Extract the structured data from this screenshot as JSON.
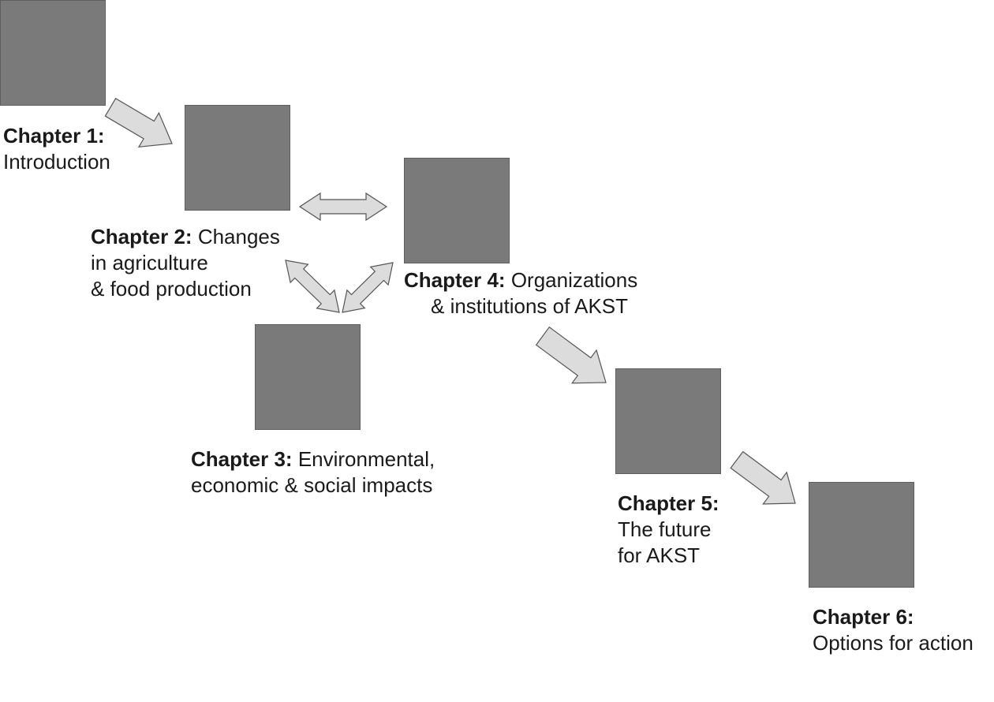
{
  "diagram": {
    "chapters": [
      {
        "id": "chapter-1",
        "title": "Chapter 1:",
        "text": [],
        "text_lines": [
          "Introduction"
        ]
      },
      {
        "id": "chapter-2",
        "title": "Chapter 2:",
        "text": "Changes",
        "text_lines": [
          "in agriculture",
          "& food production"
        ]
      },
      {
        "id": "chapter-3",
        "title": "Chapter 3:",
        "text": "Environmental,",
        "text_lines": [
          "economic & social impacts"
        ]
      },
      {
        "id": "chapter-4",
        "title": "Chapter 4:",
        "text": "Organizations",
        "text_lines": [
          "& institutions of AKST"
        ]
      },
      {
        "id": "chapter-5",
        "title": "Chapter 5:",
        "text": [],
        "text_lines": [
          "The future",
          "for AKST"
        ]
      },
      {
        "id": "chapter-6",
        "title": "Chapter 6:",
        "text": [],
        "text_lines": [
          "Options for action"
        ]
      }
    ],
    "links": [
      {
        "from": "chapter-1",
        "to": "chapter-2",
        "direction": "one-way"
      },
      {
        "from": "chapter-2",
        "to": "chapter-4",
        "direction": "two-way"
      },
      {
        "from": "chapter-2",
        "to": "chapter-3",
        "direction": "two-way"
      },
      {
        "from": "chapter-4",
        "to": "chapter-3",
        "direction": "two-way"
      },
      {
        "from": "chapter-4",
        "to": "chapter-5",
        "direction": "one-way"
      },
      {
        "from": "chapter-5",
        "to": "chapter-6",
        "direction": "one-way"
      }
    ],
    "colors": {
      "box_fill": "#7a7a7a",
      "arrow_fill": "#dcdcdc",
      "arrow_stroke": "#555555"
    }
  }
}
